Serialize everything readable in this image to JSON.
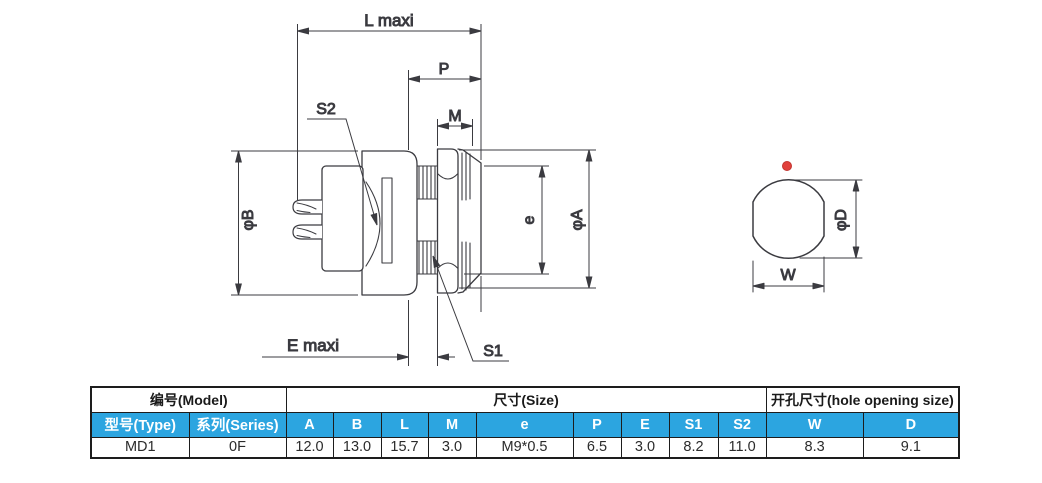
{
  "drawing": {
    "labels": {
      "l_maxi": "L maxi",
      "p": "P",
      "m": "M",
      "s2": "S2",
      "phi_b": "φB",
      "e": "e",
      "phi_a": "φA",
      "e_maxi": "E maxi",
      "s1": "S1",
      "phi_d": "φD",
      "w": "W"
    },
    "colors": {
      "line": "#3b3b40",
      "red_dot": "#e1403b"
    }
  },
  "table": {
    "header_bg": "#2ca5e0",
    "group_headers": {
      "model": "编号(Model)",
      "size": "尺寸(Size)",
      "hole": "开孔尺寸(hole opening size)"
    },
    "columns": [
      "型号(Type)",
      "系列(Series)",
      "A",
      "B",
      "L",
      "M",
      "e",
      "P",
      "E",
      "S1",
      "S2",
      "W",
      "D"
    ],
    "row": [
      "MD1",
      "0F",
      "12.0",
      "13.0",
      "15.7",
      "3.0",
      "M9*0.5",
      "6.5",
      "3.0",
      "8.2",
      "11.0",
      "8.3",
      "9.1"
    ]
  }
}
